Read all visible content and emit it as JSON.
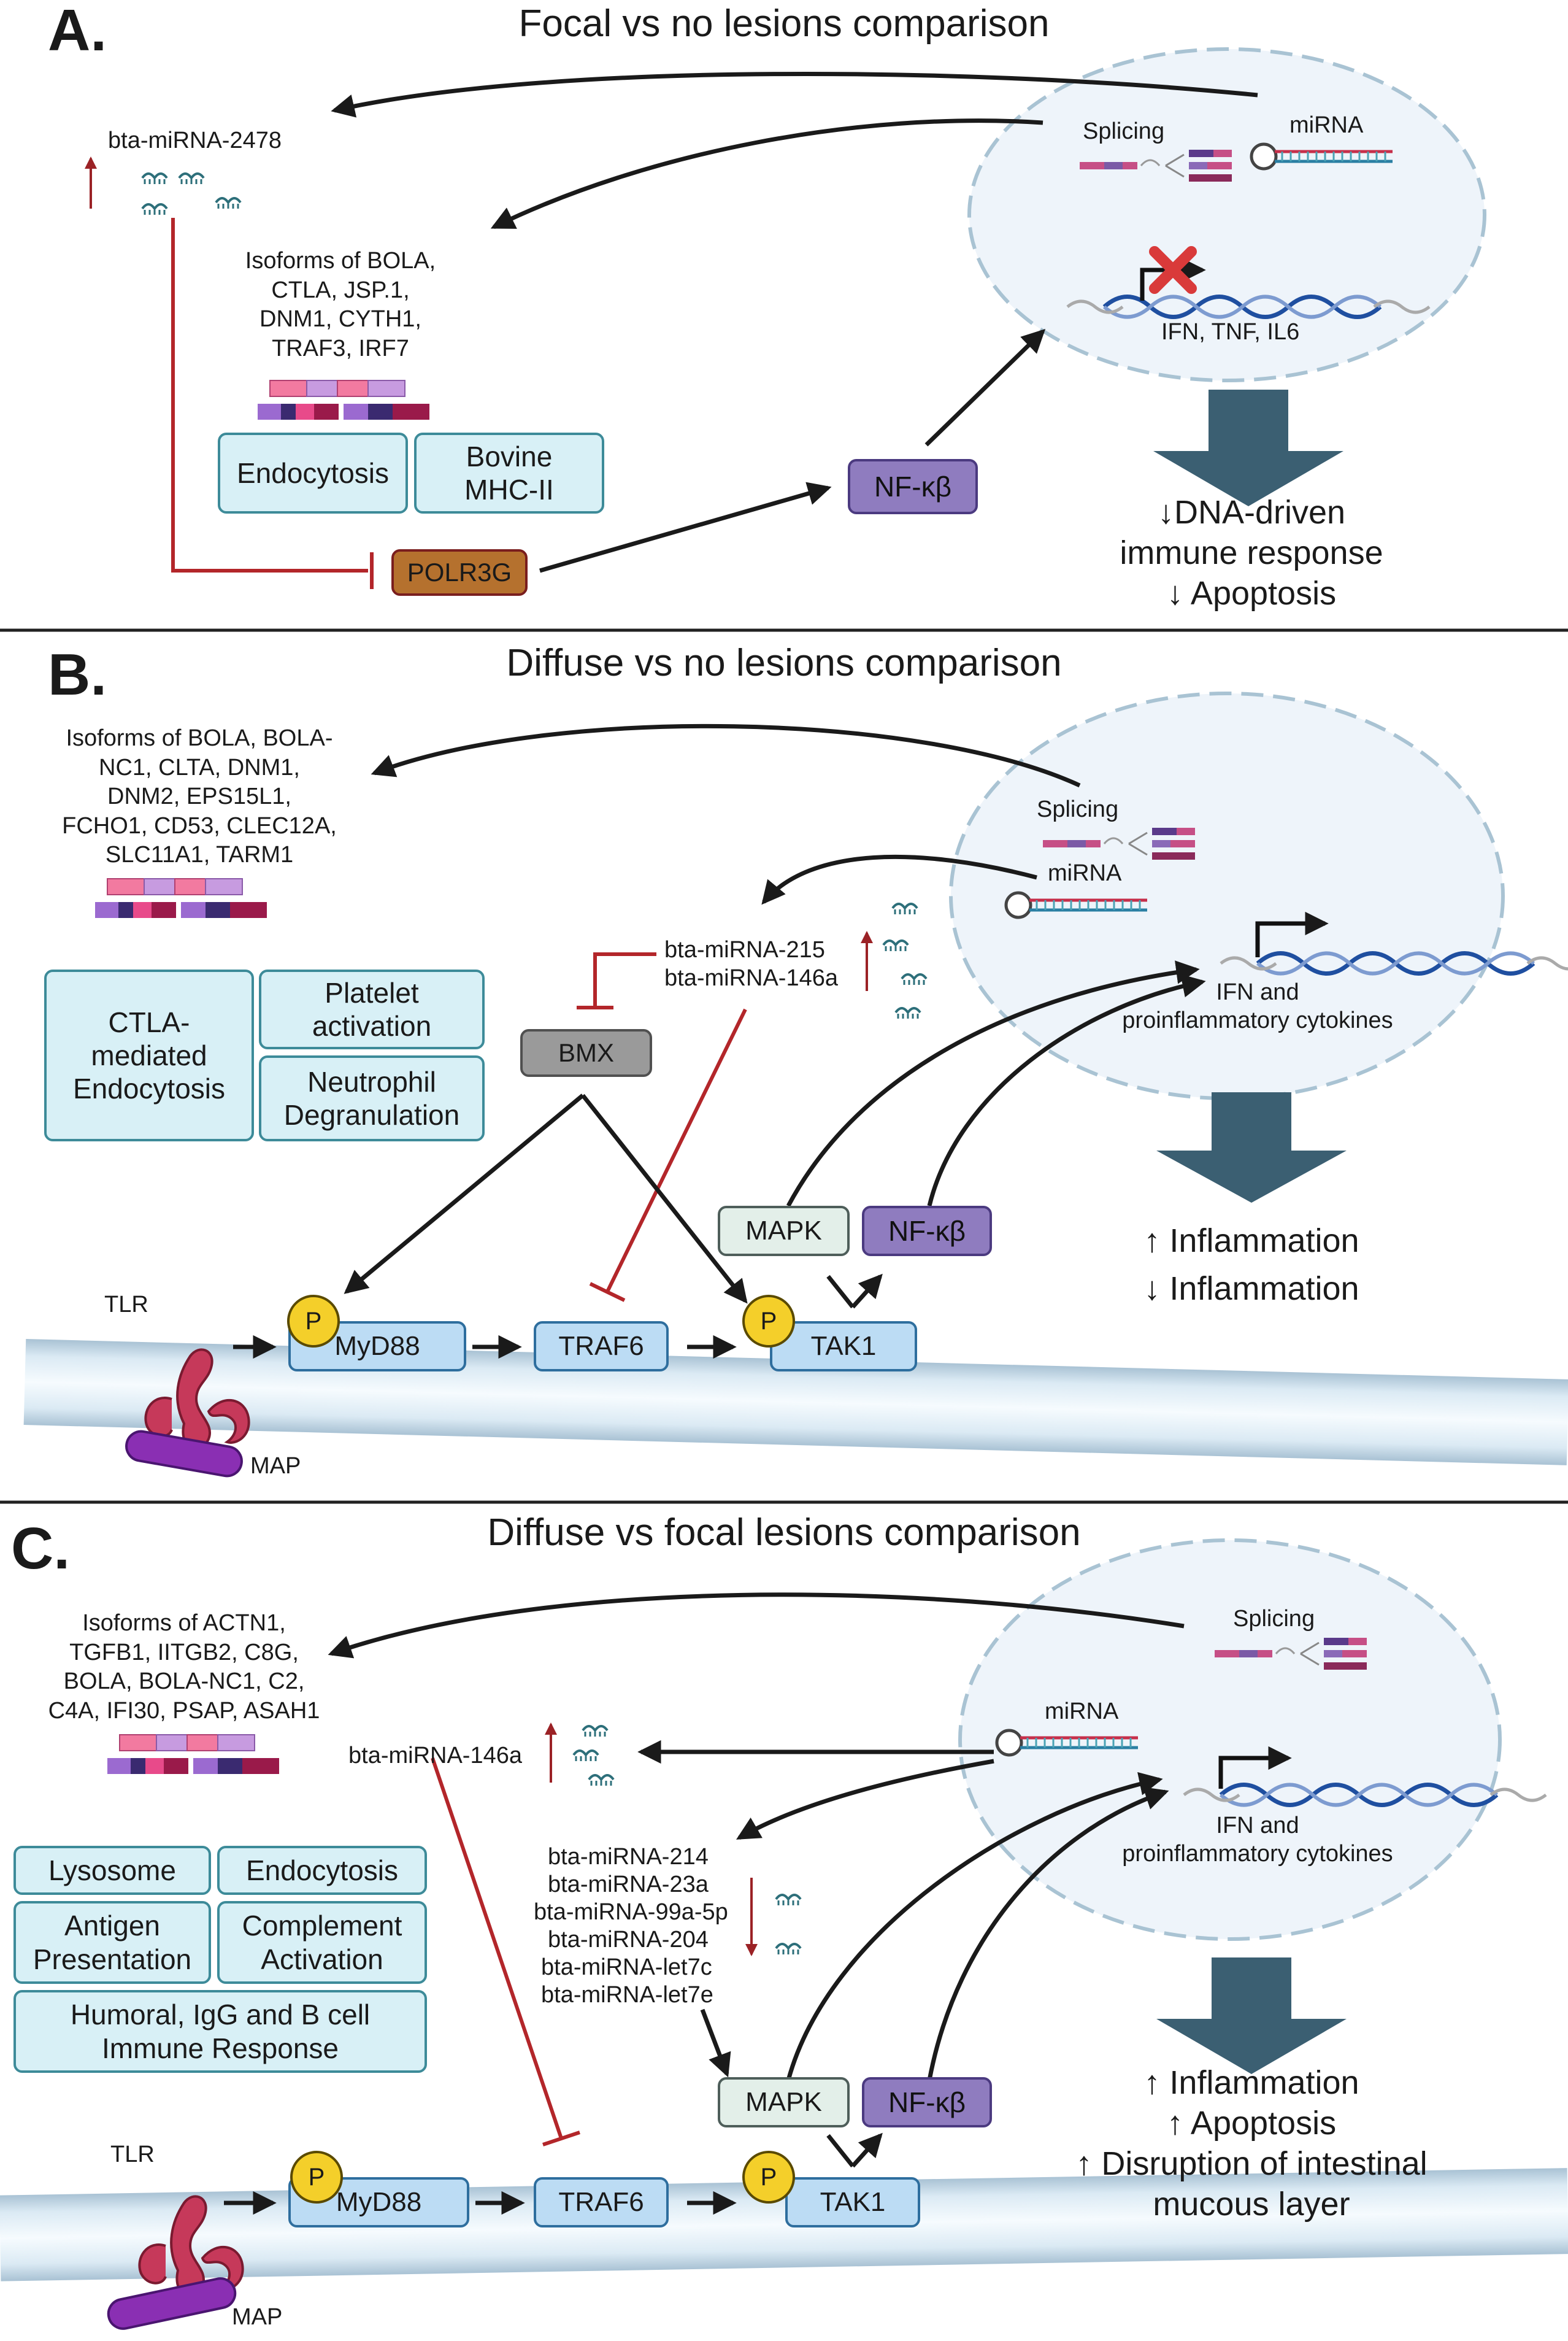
{
  "panels": {
    "a": {
      "letter": "A.",
      "title": "Focal vs no lesions comparison",
      "mirna_name": "bta-miRNA-2478",
      "splicing": "Splicing",
      "mirna": "miRNA",
      "genes": "IFN, TNF, IL6",
      "isoforms": "Isoforms of BOLA,\nCTLA, JSP.1,\nDNM1, CYTH1,\nTRAF3, IRF7",
      "pathways": [
        "Endocytosis",
        "Bovine\nMHC-II"
      ],
      "polr3g": "POLR3G",
      "nfkb": "NF-κβ",
      "outcome": "↓DNA-driven\nimmune response\n↓ Apoptosis"
    },
    "b": {
      "letter": "B.",
      "title": "Diffuse vs no lesions comparison",
      "isoforms": "Isoforms of BOLA, BOLA-\nNC1, CLTA, DNM1,\nDNM2,  EPS15L1,\nFCHO1, CD53, CLEC12A,\nSLC11A1, TARM1",
      "splicing": "Splicing",
      "mirna": "miRNA",
      "mirna_names": [
        "bta-miRNA-215",
        "bta-miRNA-146a"
      ],
      "genes": "IFN and\nproinflammatory cytokines",
      "pathways": [
        "CTLA-\nmediated\nEndocytosis",
        "Platelet\nactivation",
        "Neutrophil\nDegranulation"
      ],
      "bmx": "BMX",
      "mapk": "MAPK",
      "nfkb": "NF-κβ",
      "p": "P",
      "myd88": "MyD88",
      "traf6": "TRAF6",
      "tak1": "TAK1",
      "tlr": "TLR",
      "map": "MAP",
      "outcome": "↑ Inflammation\n↓ Inflammation"
    },
    "c": {
      "letter": "C.",
      "title": "Diffuse vs focal lesions comparison",
      "isoforms": "Isoforms of ACTN1,\nTGFB1, IITGB2, C8G,\nBOLA, BOLA-NC1, C2,\nC4A, IFI30, PSAP, ASAH1",
      "splicing": "Splicing",
      "mirna": "miRNA",
      "mirna_up": "bta-miRNA-146a",
      "mirna_down": [
        "bta-miRNA-214",
        "bta-miRNA-23a",
        "bta-miRNA-99a-5p",
        "bta-miRNA-204",
        "bta-miRNA-let7c",
        "bta-miRNA-let7e"
      ],
      "genes": "IFN and\nproinflammatory cytokines",
      "pathways": [
        "Lysosome",
        "Endocytosis",
        "Antigen\nPresentation",
        "Complement\nActivation",
        "Humoral, IgG and B cell\nImmune Response"
      ],
      "mapk": "MAPK",
      "nfkb": "NF-κβ",
      "p": "P",
      "myd88": "MyD88",
      "traf6": "TRAF6",
      "tak1": "TAK1",
      "tlr": "TLR",
      "map": "MAP",
      "outcome": "↑ Inflammation\n↑  Apoptosis\n↑  Disruption of intestinal\nmucous layer"
    }
  },
  "colors": {
    "inhibit": "#b3262a",
    "arrow": "#1a1a1a",
    "big_arrow": "#3b5f72",
    "nucleus_fill": "#eef4fa",
    "nucleus_border": "#a9c3d3"
  }
}
